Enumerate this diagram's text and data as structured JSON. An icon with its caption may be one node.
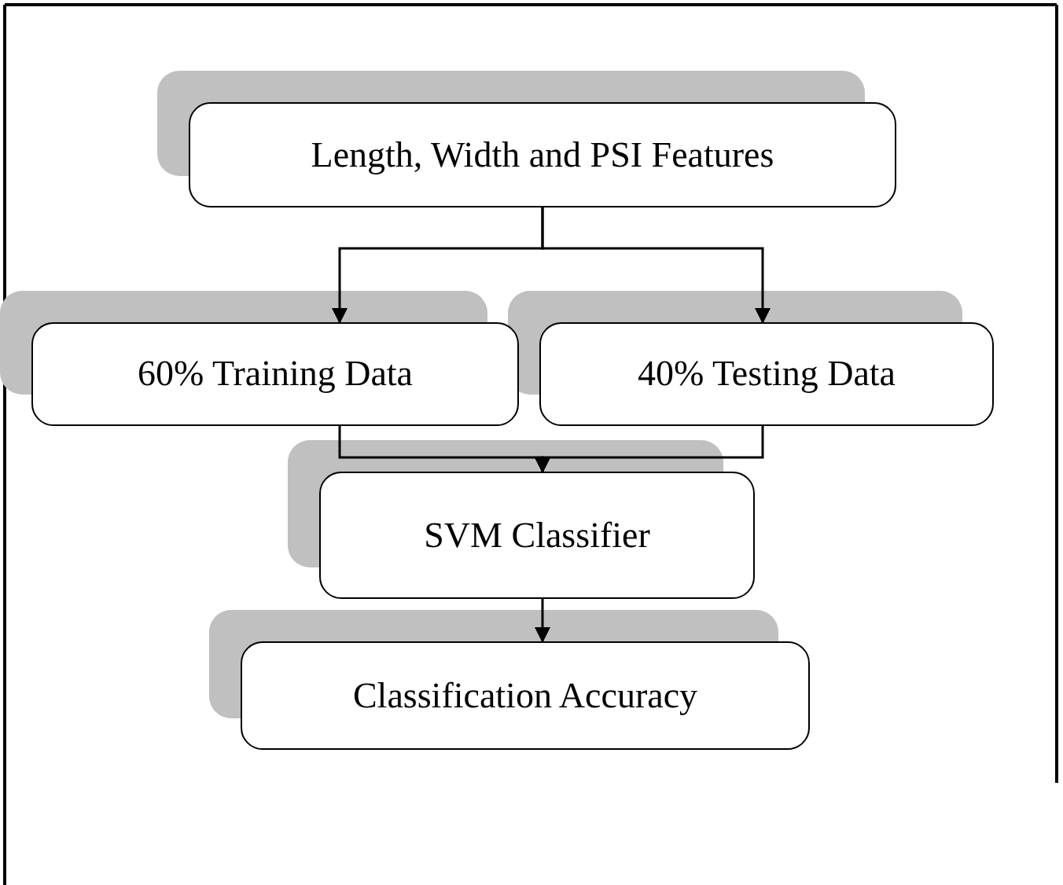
{
  "diagram": {
    "nodes": [
      {
        "text": [
          "Length, Width and PSI Features"
        ]
      },
      {
        "text": [
          "60% Training Data"
        ]
      },
      {
        "text": [
          "40% Testing Data"
        ]
      },
      {
        "text": [
          "SVM Classifier"
        ]
      },
      {
        "text": [
          "Classification Accuracy"
        ]
      }
    ],
    "edges": [
      {
        "from": 0,
        "to": 1,
        "arrow": "to"
      },
      {
        "from": 0,
        "to": 2,
        "arrow": "to"
      },
      {
        "from": 1,
        "to": 3,
        "arrow": "to"
      },
      {
        "from": 2,
        "to": 3,
        "arrow": "to"
      },
      {
        "from": 3,
        "to": 4,
        "arrow": "to"
      }
    ]
  }
}
